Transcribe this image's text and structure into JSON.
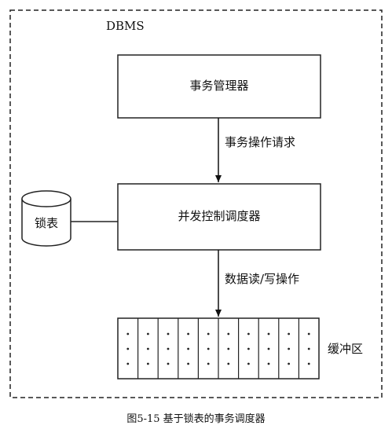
{
  "container": {
    "label": "DBMS"
  },
  "nodes": {
    "transaction_manager": "事务管理器",
    "concurrency_scheduler": "并发控制调度器",
    "lock_table": "锁表",
    "buffer": "缓冲区"
  },
  "edges": {
    "transaction_request": "事务操作请求",
    "data_rw": "数据读/写操作"
  },
  "caption": "图5-15 基于锁表的事务调度器"
}
